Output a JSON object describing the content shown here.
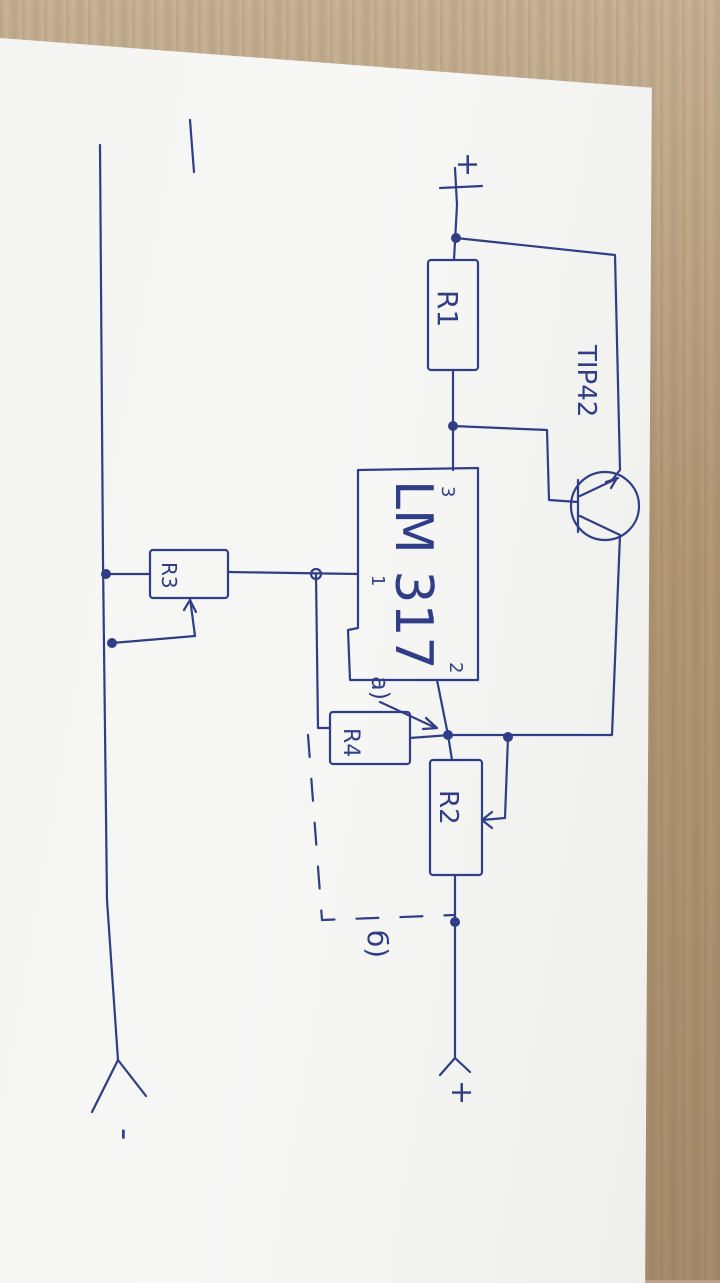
{
  "diagram": {
    "supply_pos_in": "+",
    "supply_neg_in": "-",
    "out_pos": "+",
    "out_neg": "-",
    "resistors": {
      "r1": "R1",
      "r2": "R2",
      "r3": "R3",
      "r4": "R4"
    },
    "regulator": {
      "name": "LM 317",
      "pin_adj": "1",
      "pin_out": "2",
      "pin_in": "3"
    },
    "transistor": "TIP42",
    "variant_a": "а)",
    "variant_b": "б)"
  },
  "colors": {
    "ink": "#2f3e86",
    "paper": "#f5f5f3",
    "wood": "#b9a489"
  }
}
